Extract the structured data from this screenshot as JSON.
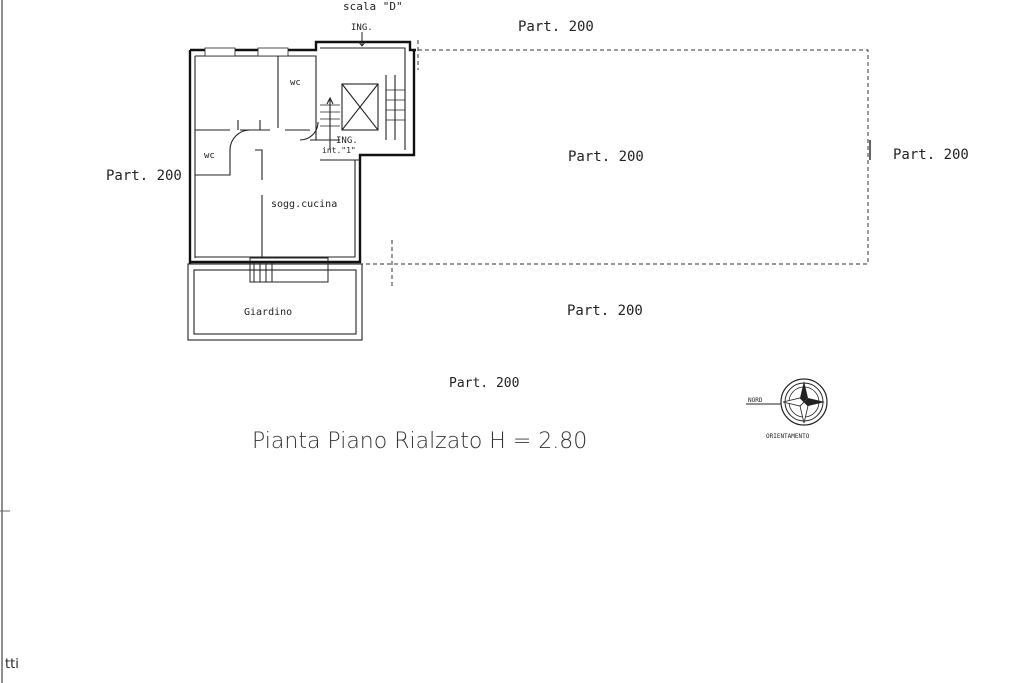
{
  "labels": {
    "scala": "scala \"D\"",
    "ing_top": "ING.",
    "part_top": "Part. 200",
    "wc_1": "wc",
    "wc_2": "wc",
    "ing_int": "ING.",
    "int_label": "int.\"1\"",
    "part_center": "Part. 200",
    "part_right": "Part. 200",
    "part_left": "Part. 200",
    "sogg_cucina": "sogg.cucina",
    "giardino": "Giardino",
    "part_bottom": "Part. 200",
    "part_lower": "Part. 200",
    "title": "Pianta Piano Rialzato H = 2.80",
    "nord": "NORD",
    "orientamento": "ORIENTAMENTO",
    "margin_text": "tti"
  }
}
